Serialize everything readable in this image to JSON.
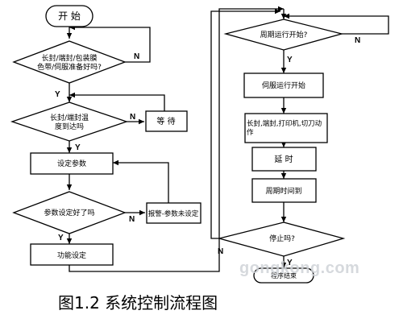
{
  "flowchart": {
    "start": "开 始",
    "check_film": "长封/端封/包装膜 色带/伺服准备好吗?",
    "check_temp": "长封/端封温 度到达吗",
    "wait": "等 待",
    "set_params": "设定参数",
    "check_params": "参数设定好了吗",
    "alarm": "报警-参数未设定",
    "func_set": "功能设定",
    "cycle_start_q": "周期运行开始?",
    "servo_start": "伺服运行开始",
    "actions": "长封,端封,打印机,切刀动 作",
    "delay": "延 时",
    "cycle_time": "周期时间到",
    "stop_q": "停止吗?",
    "end": "程序结束",
    "yes": "Y",
    "no": "N"
  },
  "watermark": "gongkong.com",
  "caption": "图1.2 系统控制流程图"
}
